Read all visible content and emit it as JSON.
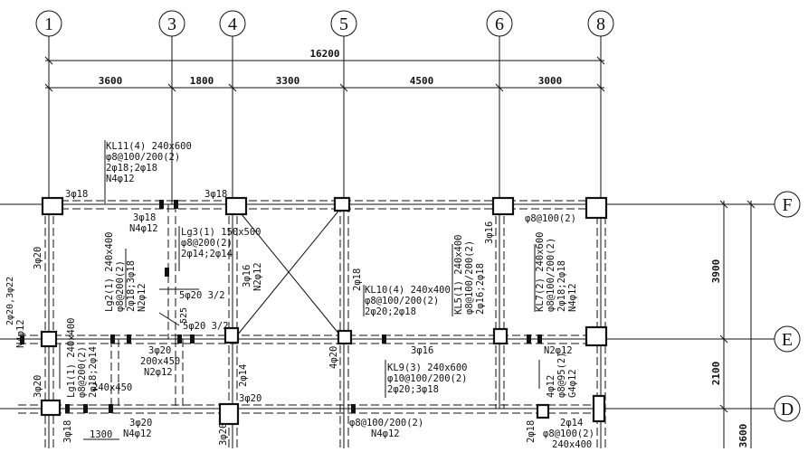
{
  "axes": {
    "top": [
      "1",
      "3",
      "4",
      "5",
      "6",
      "8"
    ],
    "right": [
      "F",
      "E",
      "D"
    ]
  },
  "dimensions": {
    "overall": "16200",
    "spans": [
      "3600",
      "1800",
      "3300",
      "4500",
      "3000"
    ],
    "vertical": [
      "3900",
      "2100",
      "3600"
    ]
  },
  "beams": {
    "kl11": [
      "KL11(4) 240x600",
      "φ8@100/200(2)",
      "2φ18;2φ18",
      "N4φ12"
    ],
    "lg3": [
      "Lg3(1) 150x500",
      "φ8@200(2)",
      "2φ14;2φ14"
    ],
    "lg2": [
      "Lg2(1) 240x400",
      "φ8@200(2)",
      "2φ18;3φ18",
      "N2φ12"
    ],
    "kl10": [
      "KL10(4) 240x400",
      "φ8@100/200(2)",
      "2φ20;2φ18"
    ],
    "kl5": [
      "KL5(1) 240x400",
      "φ8@100/200(2)",
      "2φ16;2φ18"
    ],
    "kl7": [
      "KL7(2) 240x600",
      "φ8@100/200(2)",
      "2φ18;2φ18",
      "N4φ12"
    ],
    "kl9": [
      "KL9(3) 240x600",
      "φ10@100/200(2)",
      "2φ20;3φ18"
    ],
    "lg1": [
      "Lg1(1) 240x400",
      "φ8@200(2)",
      "2φ18;2φ14"
    ],
    "bottom_mid": [
      "φ8@100/200(2)",
      "N4φ12"
    ],
    "bottom_right": [
      "2φ14",
      "φ8@100(2)",
      "240x400"
    ],
    "right_small": [
      "4φ12",
      "φ8@95(2)",
      "G4φ12"
    ]
  },
  "labels": {
    "f_top_left": "3φ18",
    "f_top_mid": "3φ18",
    "f_sub1": "3φ18",
    "f_sub2": "N4φ12",
    "f_right": "φ8@100(2)",
    "left_f": "3φ20",
    "left_e": "3φ20",
    "cut_e": "N4φ12",
    "cut_e2": "2φ20,3φ22",
    "col4_right1": "3φ16",
    "col4_right2": "N2φ12",
    "col5_below": "2φ18",
    "col6_left": "3φ16",
    "dim525": "525",
    "bar1": "5φ20 3/2",
    "bar2": "5φ20 3/2",
    "e_mid1": "3φ20",
    "e_mid2": "200x450",
    "e_mid3": "N2φ12",
    "e_col4_below": "2φ14",
    "e_col5_left": "4φ20",
    "e_beam": "3φ16",
    "e_right": "N2φ12",
    "d_col4": "3φ20",
    "d_lg1": "240x450",
    "d_bottom_left": "3φ18",
    "d_dim": "1300",
    "d_bottom2a": "3φ20",
    "d_bottom2b": "N4φ12",
    "d_col4_below": "3φ20",
    "d_right": "2φ18"
  }
}
